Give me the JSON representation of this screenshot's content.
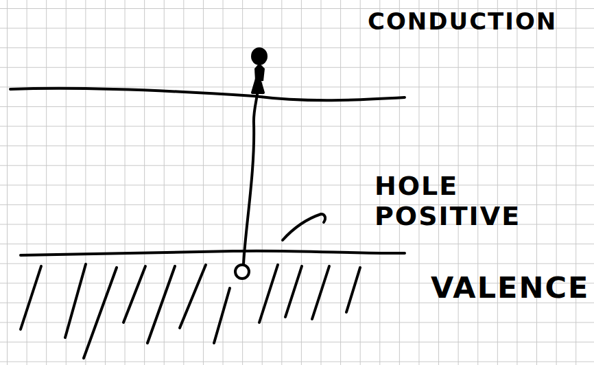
{
  "diagram": {
    "labels": [
      "CONDUCTION",
      "HOLE POSITIVE",
      "VALENCE"
    ]
  }
}
